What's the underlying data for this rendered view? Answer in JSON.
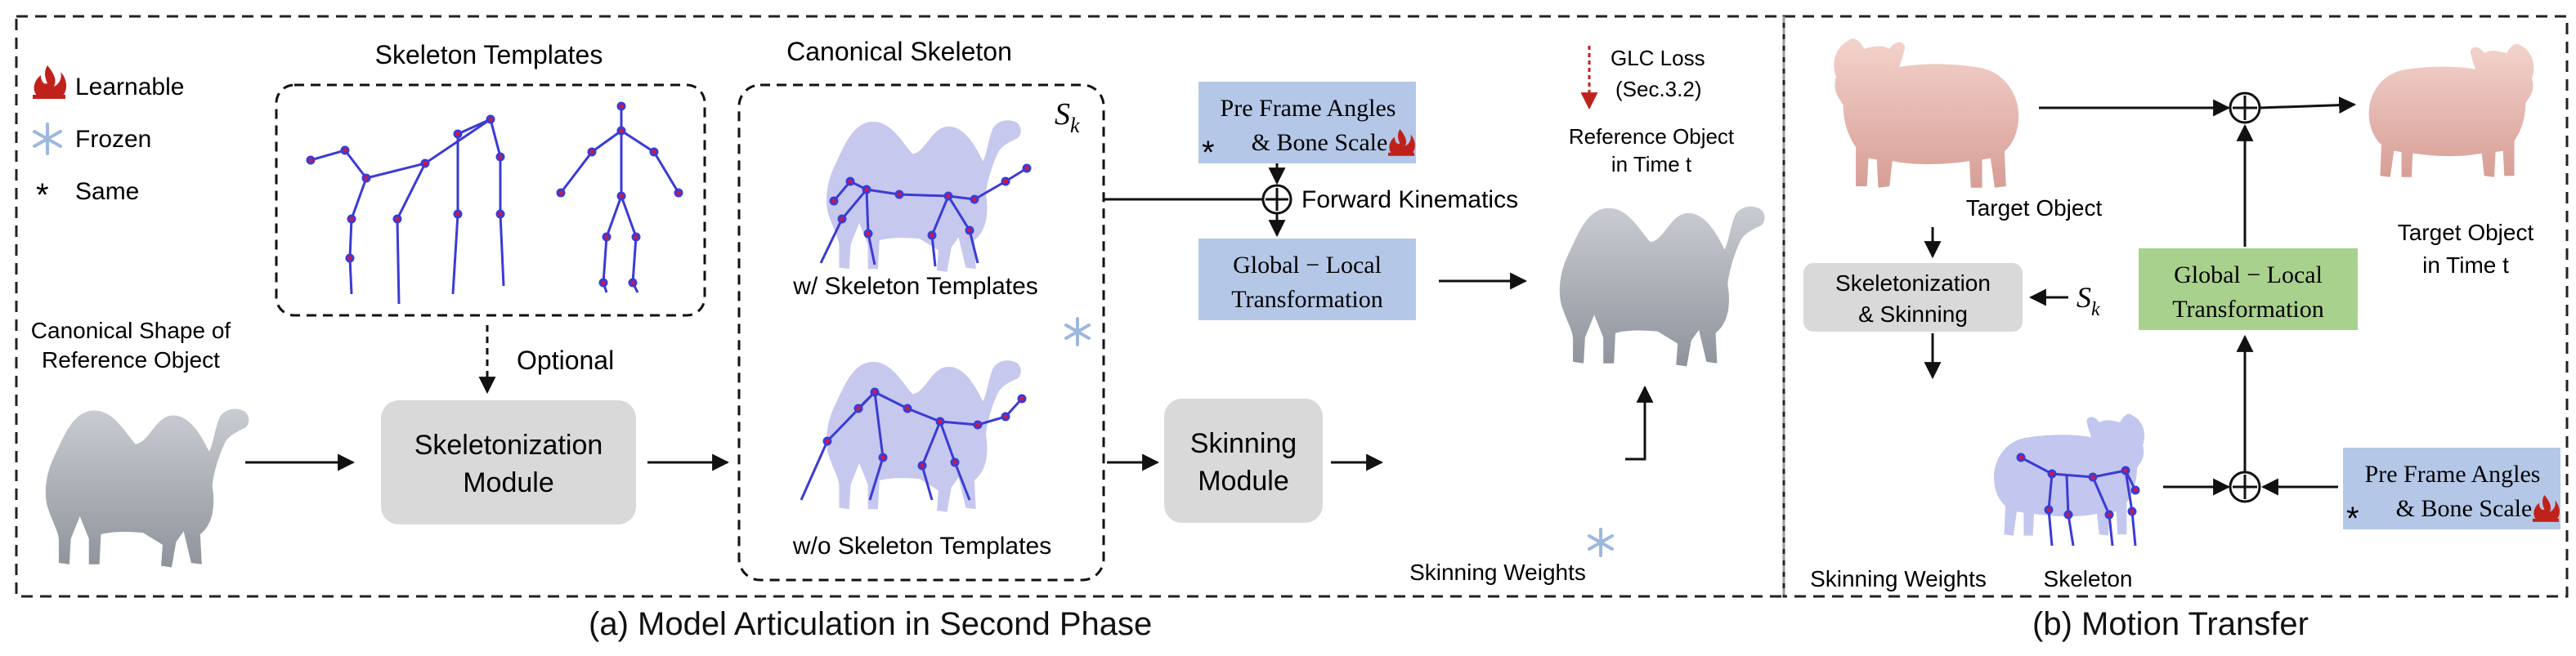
{
  "legend": {
    "learnable": "Learnable",
    "frozen": "Frozen",
    "same": "Same",
    "same_symbol": "*"
  },
  "part_a": {
    "caption": "(a) Model Articulation in Second Phase",
    "skeleton_templates_title": "Skeleton Templates",
    "canonical_shape_label_1": "Canonical Shape of",
    "canonical_shape_label_2": "Reference Object",
    "optional_label": "Optional",
    "skeletonization_module_1": "Skeletonization",
    "skeletonization_module_2": "Module",
    "canonical_skeleton_title": "Canonical Skeleton",
    "sk_symbol": "S",
    "sk_subscript": "k",
    "with_templates": "w/ Skeleton Templates",
    "without_templates": "w/o Skeleton Templates",
    "pre_frame_1": "Pre Frame Angles",
    "pre_frame_2": "& Bone Scale",
    "forward_kinematics": "Forward Kinematics",
    "global_local_1": "Global − Local",
    "global_local_2": "Transformation",
    "skinning_module_1": "Skinning",
    "skinning_module_2": "Module",
    "skinning_weights": "Skinning Weights",
    "glc_loss_1": "GLC Loss",
    "glc_loss_2": "(Sec.3.2)",
    "reference_object_1": "Reference Object",
    "reference_object_2": "in Time t"
  },
  "part_b": {
    "caption": "(b) Motion Transfer",
    "target_object": "Target Object",
    "target_object_t_1": "Target Object",
    "target_object_t_2": "in Time t",
    "skel_skin_1": "Skeletonization",
    "skel_skin_2": "& Skinning",
    "global_local_1": "Global − Local",
    "global_local_2": "Transformation",
    "pre_frame_1": "Pre Frame Angles",
    "pre_frame_2": "& Bone Scale",
    "skinning_weights": "Skinning Weights",
    "skeleton": "Skeleton"
  },
  "colors": {
    "blue_box": "#b4c7e7",
    "green_box": "#a9d18e",
    "gray_box": "#d9d9d9",
    "skeleton_blue": "#3b3bd6",
    "joint_red": "#d9143a",
    "flame_red": "#c0221b",
    "snow_blue": "#9db8df",
    "mesh_gray": "#aeb2ba",
    "silhouette": "#c3c6ee",
    "pig_pink": "#e8b7b0"
  }
}
